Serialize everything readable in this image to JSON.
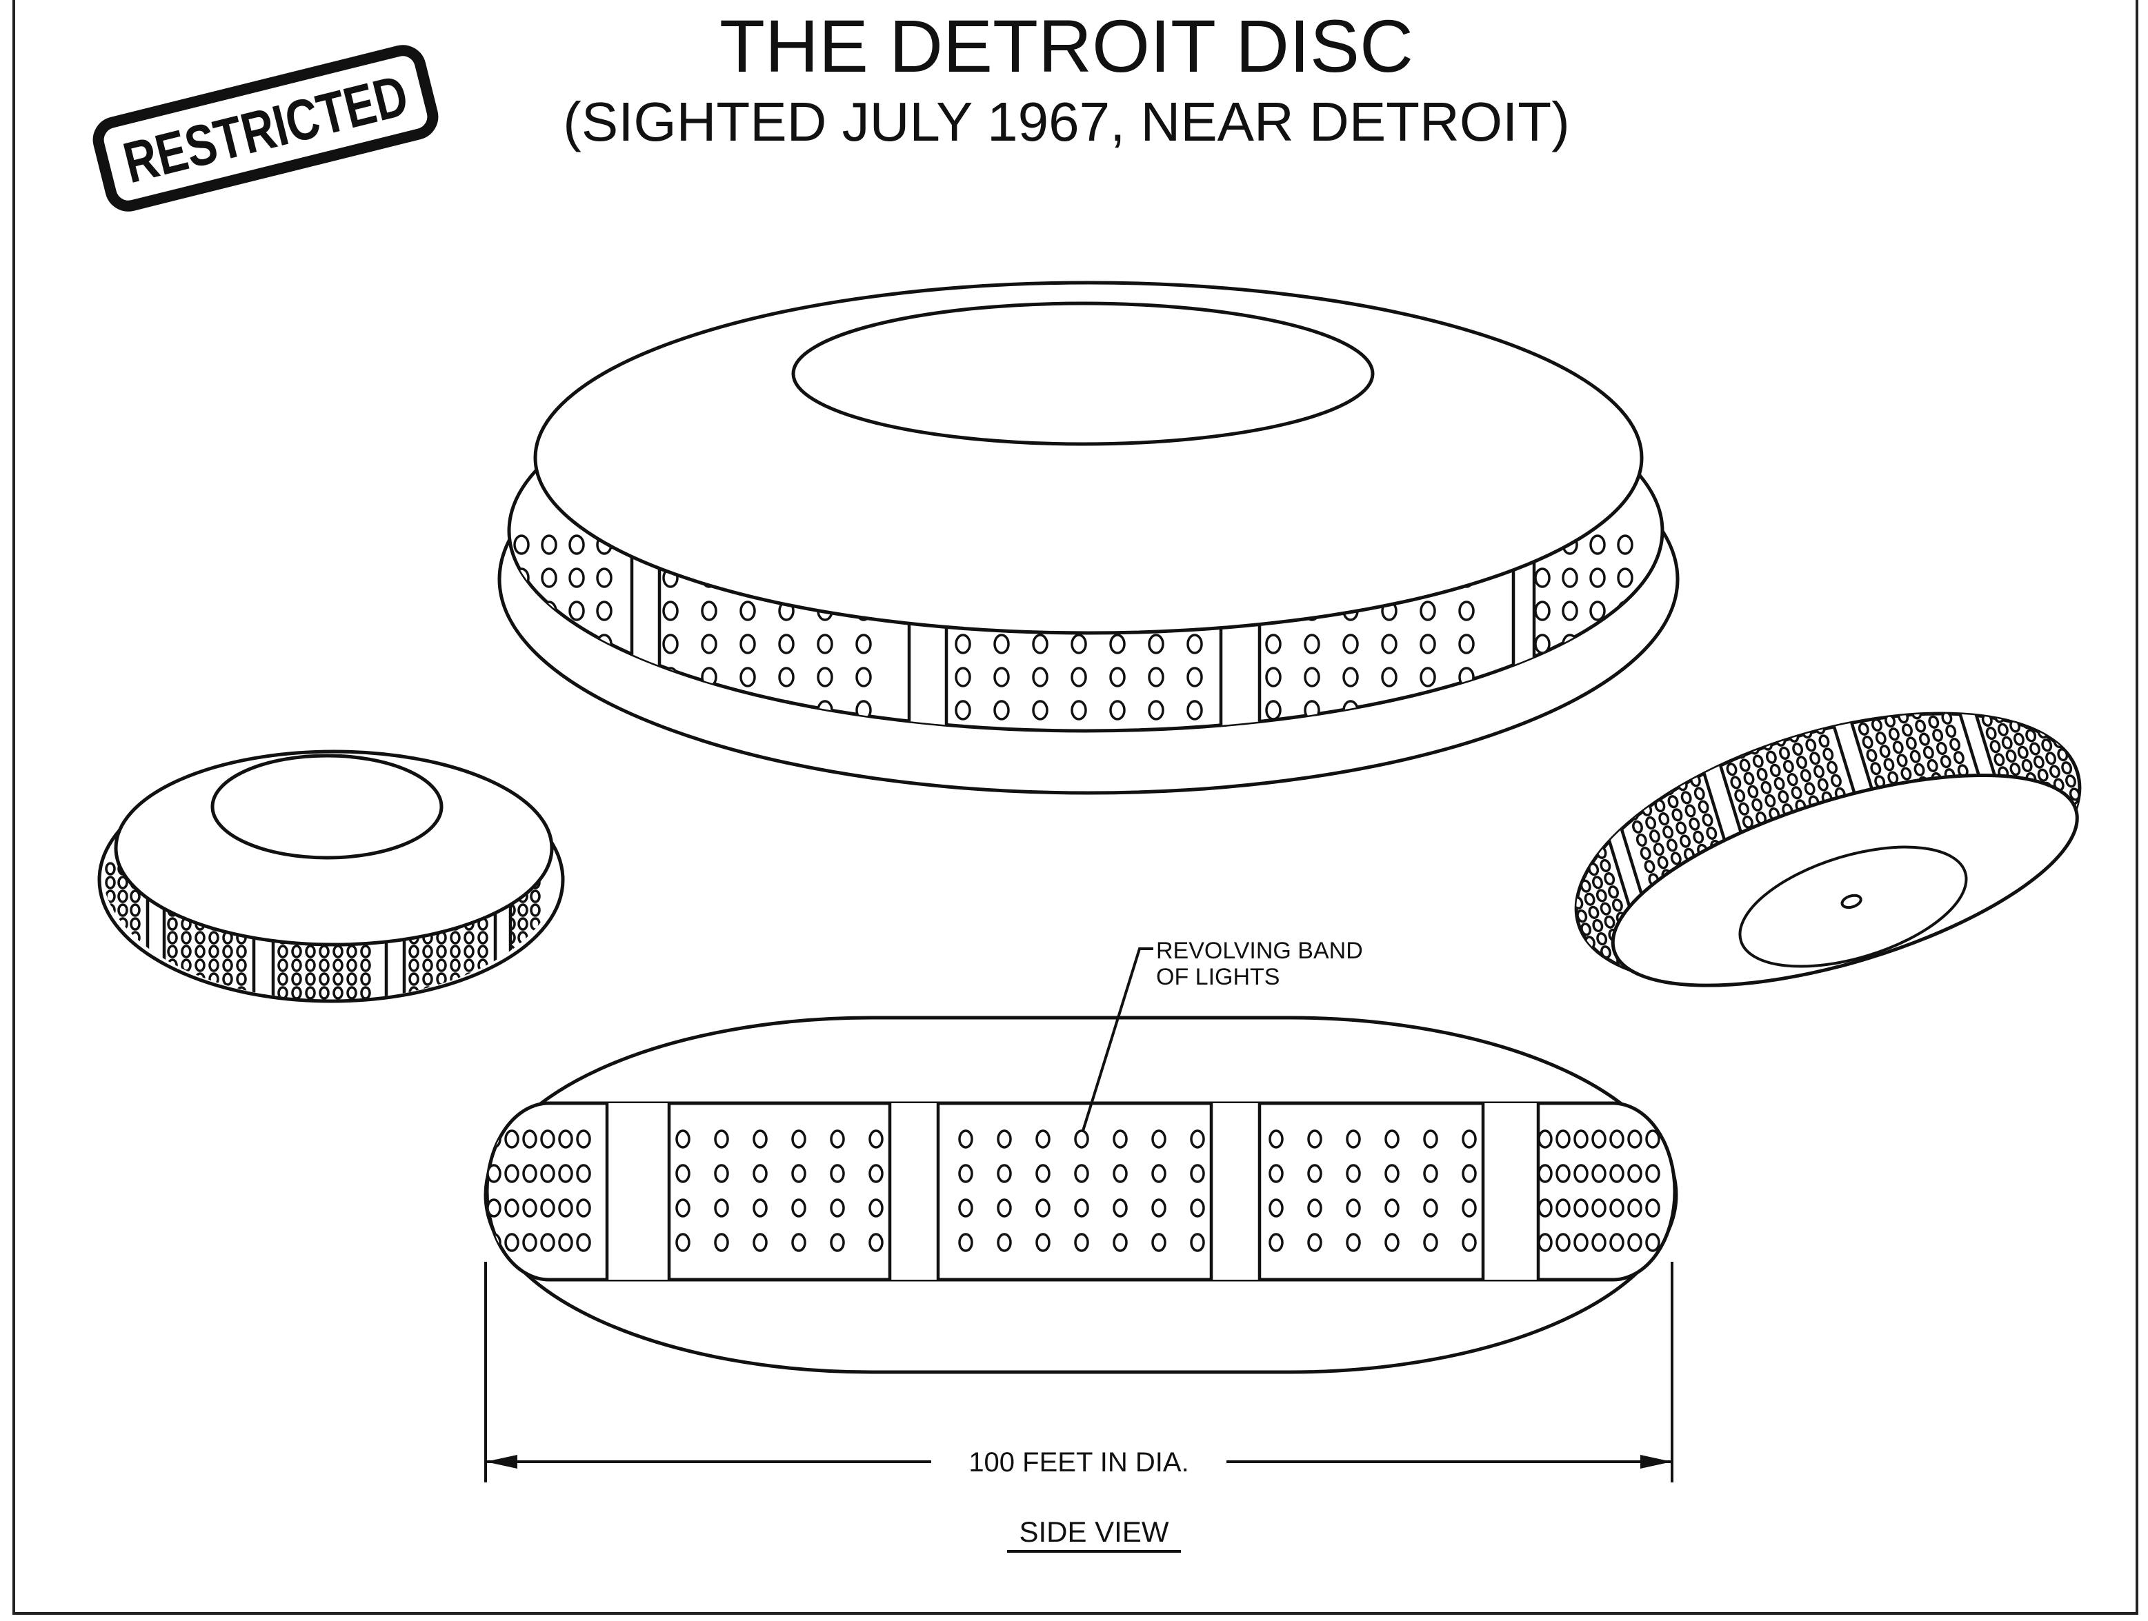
{
  "title": "THE DETROIT DISC",
  "subtitle": "(SIGHTED JULY 1967, NEAR DETROIT)",
  "stamp": "RESTRICTED",
  "callout": {
    "line1": "REVOLVING BAND",
    "line2": "OF LIGHTS"
  },
  "dimension": "100 FEET IN DIA.",
  "view_label": "SIDE VIEW",
  "colors": {
    "ink": "#111111",
    "paper": "#ffffff"
  }
}
